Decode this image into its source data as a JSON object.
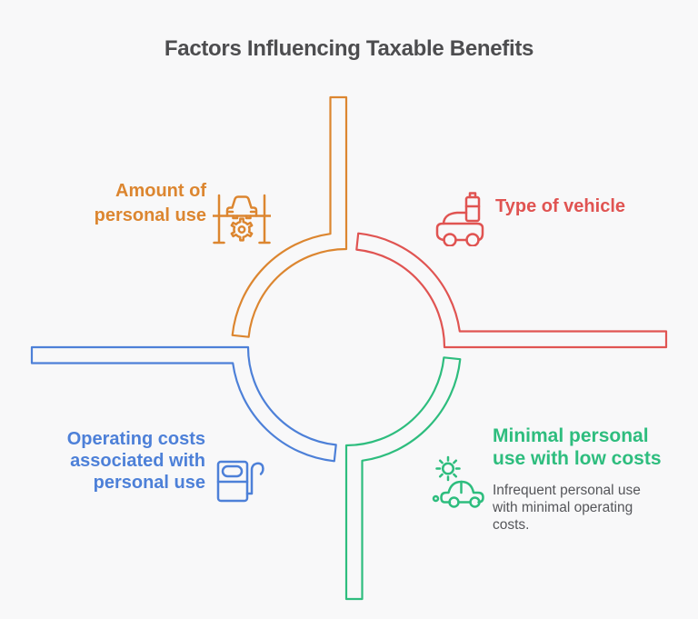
{
  "title": "Factors Influencing Taxable Benefits",
  "colors": {
    "background": "#F8F8F9",
    "title_text": "#4D4D4F",
    "body_text": "#55565A",
    "orange": "#DC8630",
    "red": "#E05452",
    "blue": "#4D80D8",
    "green": "#2EBD7E"
  },
  "quadrants": {
    "top_left": {
      "label_lines": [
        "Amount of",
        "personal use"
      ],
      "icon": "car-lift-icon"
    },
    "top_right": {
      "label_lines": [
        "Type of vehicle"
      ],
      "icon": "electric-car-battery-icon"
    },
    "bottom_left": {
      "label_lines": [
        "Operating costs",
        "associated with",
        "personal use"
      ],
      "icon": "fuel-pump-icon"
    },
    "bottom_right": {
      "label_lines": [
        "Minimal personal",
        "use with low costs"
      ],
      "icon": "eco-car-sun-icon",
      "description_lines": [
        "Infrequent personal use",
        "with minimal operating",
        "costs."
      ]
    }
  }
}
